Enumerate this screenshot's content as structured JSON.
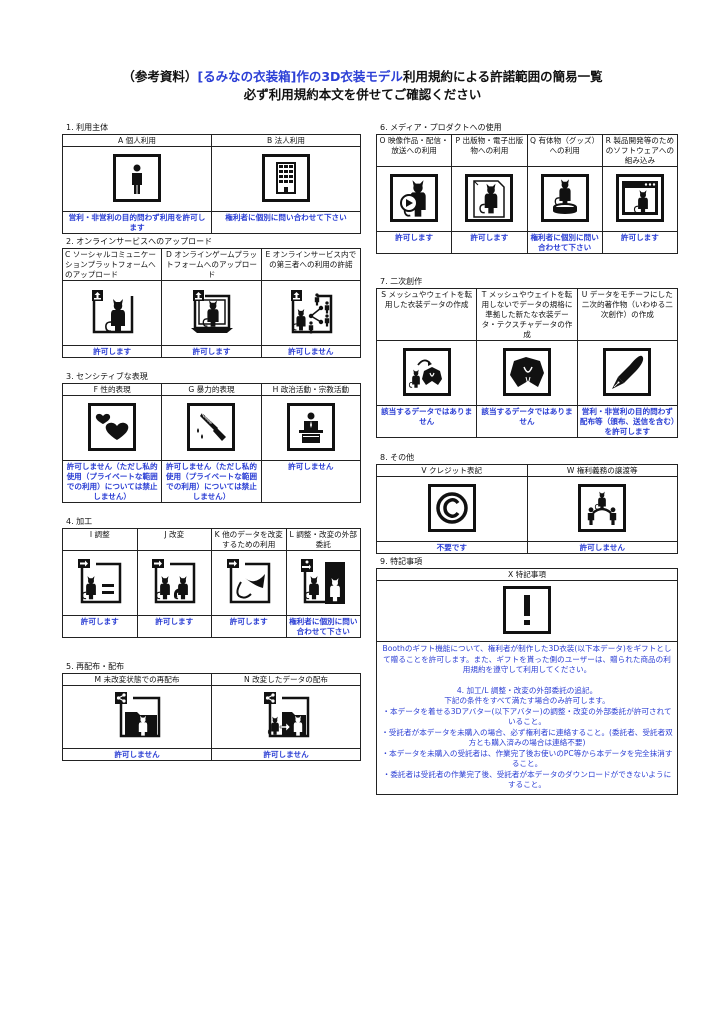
{
  "title": {
    "prefix": "（参考資料）",
    "highlight": "[るみなの衣装箱]作の3D衣装モデル",
    "suffix": "利用規約による許諾範囲の簡易一覧",
    "line2": "必ず利用規約本文を併せてご確認ください"
  },
  "colors": {
    "accent_blue": "#2c3fd6",
    "border": "#222222",
    "text": "#111111"
  },
  "sections": [
    {
      "label": "1. 利用主体",
      "items": [
        {
          "header": "A 個人利用",
          "icon": "person-icon",
          "status": "営利・非営利の目的問わず利用を許可します"
        },
        {
          "header": "B 法人利用",
          "icon": "building-icon",
          "status": "権利者に個別に問い合わせて下さい"
        }
      ]
    },
    {
      "label": "2. オンラインサービスへのアップロード",
      "items": [
        {
          "header": "C ソーシャルコミュニケーションプラットフォームへのアップロード",
          "icon": "upload-avatar-icon",
          "status": "許可します"
        },
        {
          "header": "D オンラインゲームプラットフォームへのアップロード",
          "icon": "upload-monitor-icon",
          "status": "許可します"
        },
        {
          "header": "E オンラインサービス内での第三者への利用の許諾",
          "icon": "upload-share-users-icon",
          "status": "許可しません"
        }
      ]
    },
    {
      "label": "3. センシティブな表現",
      "items": [
        {
          "header": "F 性的表現",
          "icon": "hearts-icon",
          "status": "許可しません（ただし私的使用（プライベートな範囲での利用）については禁止しません）"
        },
        {
          "header": "G 暴力的表現",
          "icon": "knife-icon",
          "status": "許可しません（ただし私的使用（プライベートな範囲での利用）については禁止しません）"
        },
        {
          "header": "H 政治活動・宗教活動",
          "icon": "podium-icon",
          "status": "許可しません"
        }
      ]
    },
    {
      "label": "4. 加工",
      "items": [
        {
          "header": "I 調整",
          "icon": "adjust-icon",
          "status": "許可します"
        },
        {
          "header": "J 改変",
          "icon": "modify-icon",
          "status": "許可します"
        },
        {
          "header": "K 他のデータを改変するための利用",
          "icon": "reuse-parts-icon",
          "status": "許可します"
        },
        {
          "header": "L 調整・改変の外部委託",
          "icon": "outsource-icon",
          "status": "権利者に個別に問い合わせて下さい"
        }
      ]
    },
    {
      "label": "5. 再配布・配布",
      "items": [
        {
          "header": "M 未改変状態での再配布",
          "icon": "share-folder-icon",
          "status": "許可しません"
        },
        {
          "header": "N 改変したデータの配布",
          "icon": "share-modified-icon",
          "status": "許可しません"
        }
      ]
    },
    {
      "label": "6. メディア・プロダクトへの使用",
      "items": [
        {
          "header": "O 映像作品・配信・放送への利用",
          "icon": "video-icon",
          "status": "許可します"
        },
        {
          "header": "P 出版物・電子出版物への利用",
          "icon": "publication-icon",
          "status": "許可します"
        },
        {
          "header": "Q 有体物（グッズ）への利用",
          "icon": "figure-icon",
          "status": "権利者に個別に問い合わせて下さい"
        },
        {
          "header": "R 製品開発等のためのソフトウェアへの組み込み",
          "icon": "software-window-icon",
          "status": "許可します"
        }
      ]
    },
    {
      "label": "7. 二次創作",
      "items": [
        {
          "header": "S メッシュやウェイトを転用した衣装データの作成",
          "icon": "mesh-transfer-icon",
          "status": "該当するデータではありません"
        },
        {
          "header": "T メッシュやウェイトを転用しないでデータの規格に準拠した新たな衣装データ・テクスチャデータの作成",
          "icon": "clothing-icon",
          "status": "該当するデータではありません"
        },
        {
          "header": "U データをモチーフにした二次的著作物（いわゆる二次創作）の作成",
          "icon": "pen-nib-icon",
          "status": "営利・非営利の目的問わず配布等（頒布、送信を含む）を許可します"
        }
      ]
    },
    {
      "label": "8. その他",
      "items": [
        {
          "header": "V クレジット表記",
          "icon": "copyright-icon",
          "status": "不要です"
        },
        {
          "header": "W 権利義務の譲渡等",
          "icon": "transfer-rights-icon",
          "status": "許可しません"
        }
      ]
    },
    {
      "label": "9. 特記事項",
      "items": [
        {
          "header": "X 特記事項",
          "icon": "exclamation-icon"
        }
      ],
      "notes": [
        "Boothのギフト機能について、権利者が制作した3D衣装(以下本データ)をギフトとして贈ることを許可します。また、ギフトを貰った側のユーザーは、贈られた商品の利用規約を遵守して利用してください。",
        "",
        "4. 加工/L 調整・改変の外部委託の追記。",
        "下記の条件をすべて満たす場合のみ許可します。",
        "・本データを着せる3Dアバター(以下アバター)の調整・改変の外部委託が許可されていること。",
        "・受託者が本データを未購入の場合、必ず権利者に連絡すること。(委託者、受託者双方とも購入済みの場合は連絡不要)",
        "・本データを未購入の受託者は、作業完了後お使いのPC等から本データを完全抹消すること。",
        "・委託者は受託者の作業完了後、受託者が本データのダウンロードができないようにすること。"
      ]
    }
  ]
}
